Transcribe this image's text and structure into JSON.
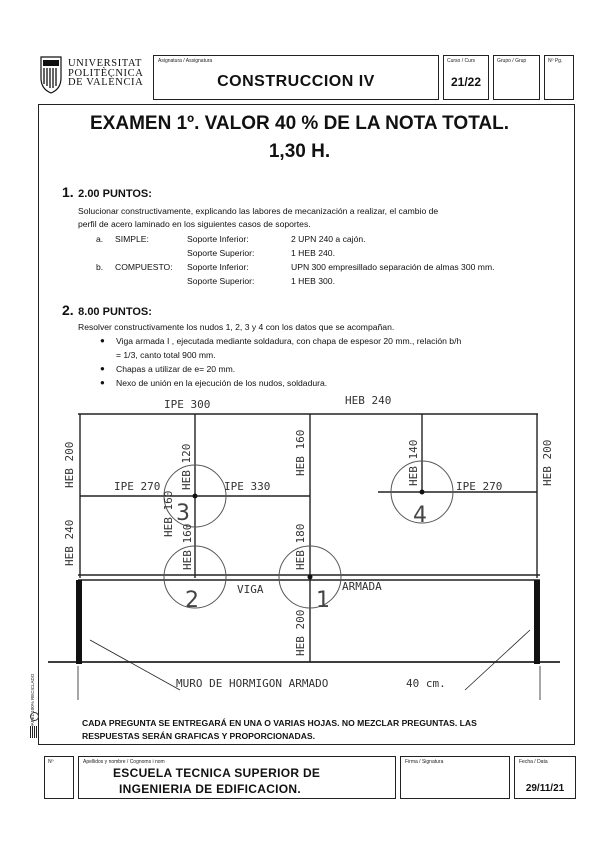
{
  "header": {
    "university_lines": [
      "UNIVERSITAT",
      "POLITÈCNICA",
      "DE VALÈNCIA"
    ],
    "subject_label": "Asignatura / Assignatura",
    "subject": "CONSTRUCCION IV",
    "course_label": "Curso / Curs",
    "course": "21/22",
    "group_label": "Grupo / Grup",
    "group": "",
    "page_label": "Nº Pg.",
    "page": ""
  },
  "exam": {
    "title_line1": "EXAMEN 1º. VALOR 40 % DE LA NOTA TOTAL.",
    "title_line2": "1,30 H."
  },
  "question1": {
    "number": "1.",
    "points": "2.00 PUNTOS:",
    "text_line1": "Solucionar constructivamente, explicando las labores de mecanización a realizar, el cambio de",
    "text_line2": "perfil de acero laminado en los siguientes casos de soportes.",
    "cases": [
      {
        "marker": "a.",
        "type": "SIMPLE:",
        "rows": [
          {
            "label": "Soporte Inferior:",
            "value": "2 UPN 240 a cajón."
          },
          {
            "label": "Soporte Superior:",
            "value": "1 HEB 240."
          }
        ]
      },
      {
        "marker": "b.",
        "type": "COMPUESTO:",
        "rows": [
          {
            "label": "Soporte Inferior:",
            "value": "UPN 300 empresillado separación de almas 300 mm."
          },
          {
            "label": "Soporte Superior:",
            "value": "1 HEB 300."
          }
        ]
      }
    ]
  },
  "question2": {
    "number": "2.",
    "points": "8.00 PUNTOS:",
    "intro": "Resolver constructivamente los nudos 1, 2, 3 y 4 con los datos que se acompañan.",
    "bullets": [
      "Viga armada I , ejecutada mediante soldadura, con chapa de espesor 20 mm., relación b/h",
      "= 1/3, canto total 900 mm.",
      "Chapas a utilizar de e= 20 mm.",
      "Nexo de unión en la ejecución de los nudos, soldadura."
    ]
  },
  "drawing": {
    "labels": {
      "ipe300": "IPE 300",
      "heb240_top": "HEB 240",
      "heb200_left": "HEB 200",
      "heb240_left": "HEB 240",
      "heb120": "HEB 120",
      "heb160_left": "HEB 160",
      "heb160_mid": "HEB 160",
      "heb180": "HEB 180",
      "heb200_low": "HEB 200",
      "heb140": "HEB 140",
      "heb200_right": "HEB 200",
      "ipe270_left": "IPE 270",
      "ipe330": "IPE 330",
      "ipe270_right": "IPE 270",
      "viga": "VIGA",
      "armada": "ARMADA",
      "muro": "MURO DE HORMIGON ARMADO",
      "muro_dim": "40 cm."
    },
    "nodes": [
      "1",
      "2",
      "3",
      "4"
    ]
  },
  "footer": {
    "instructions_line1": "CADA PREGUNTA SE ENTREGARÁ EN UNA O VARIAS HOJAS. NO MEZCLAR PREGUNTAS. LAS",
    "instructions_line2": "RESPUESTAS SERÁN GRAFICAS Y PROPORCIONADAS.",
    "n_label": "Nº",
    "name_label": "Apellidos y nombre / Cognoms i nom",
    "name_line1": "ESCUELA TECNICA SUPERIOR DE",
    "name_line2": "INGENIERIA DE EDIFICACION.",
    "signature_label": "Firma / Signatura",
    "date_label": "Fecha / Data",
    "date": "29/11/21",
    "side_text": "PAPEL 100% RECICLADO"
  }
}
